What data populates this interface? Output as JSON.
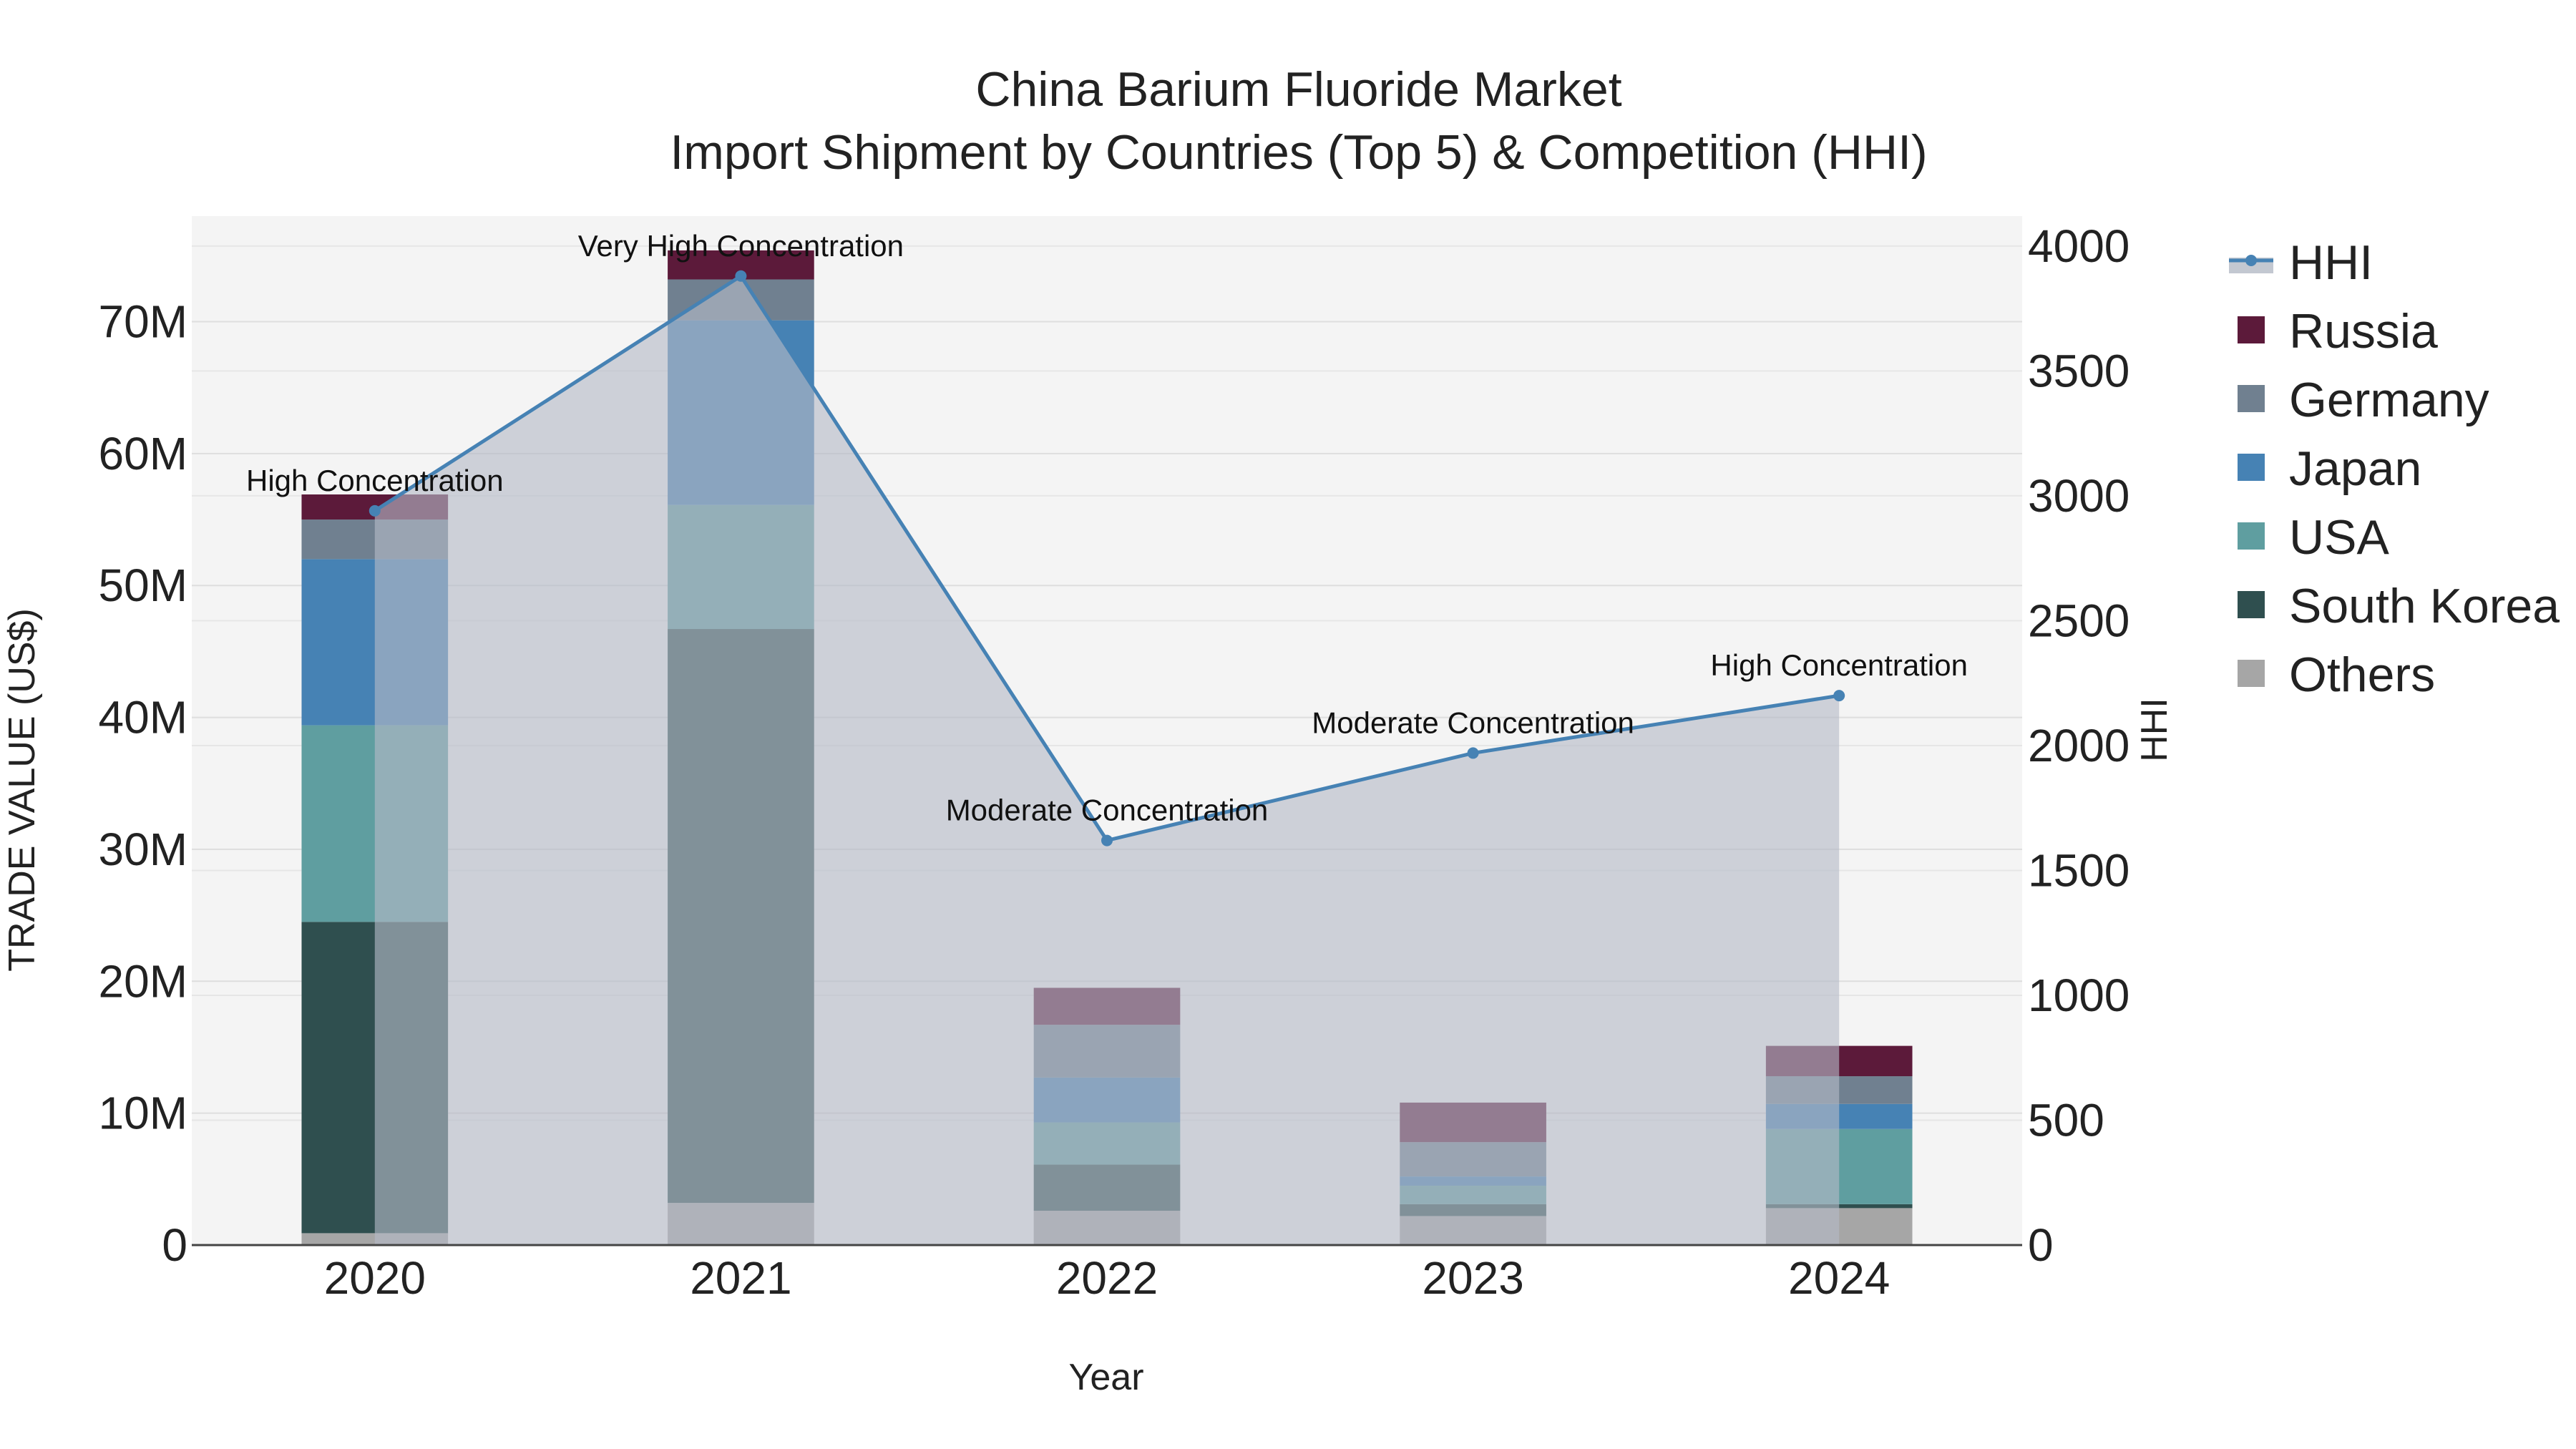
{
  "chart_data": {
    "type": "bar",
    "title": "China Barium Fluoride Market",
    "subtitle": "Import Shipment by Countries (Top 5) & Competition (HHI)",
    "xlabel": "Year",
    "ylabel": "TRADE VALUE (US$)",
    "y2label": "HHI",
    "categories": [
      "2020",
      "2021",
      "2022",
      "2023",
      "2024"
    ],
    "ylim": [
      0,
      78000000
    ],
    "y2lim": [
      0,
      4120
    ],
    "yticks": [
      0,
      10000000,
      20000000,
      30000000,
      40000000,
      50000000,
      60000000,
      70000000
    ],
    "ytick_labels": [
      "0",
      "10M",
      "20M",
      "30M",
      "40M",
      "50M",
      "60M",
      "70M"
    ],
    "y2ticks": [
      0,
      500,
      1000,
      1500,
      2000,
      2500,
      3000,
      3500,
      4000
    ],
    "y2tick_labels": [
      "0",
      "500",
      "1000",
      "1500",
      "2000",
      "2500",
      "3000",
      "3500",
      "4000"
    ],
    "grid": true,
    "legend_position": "right",
    "series": [
      {
        "name": "Others",
        "color": "#a6a6a6",
        "values": [
          900000,
          3200000,
          2600000,
          2200000,
          2800000
        ]
      },
      {
        "name": "South Korea",
        "color": "#2f4f4f",
        "values": [
          23600000,
          43500000,
          3500000,
          900000,
          300000
        ]
      },
      {
        "name": "USA",
        "color": "#5f9ea0",
        "values": [
          14900000,
          9400000,
          3200000,
          1400000,
          5700000
        ]
      },
      {
        "name": "Japan",
        "color": "#4682b4",
        "values": [
          12600000,
          14000000,
          3400000,
          700000,
          1900000
        ]
      },
      {
        "name": "Germany",
        "color": "#708090",
        "values": [
          3000000,
          3100000,
          4000000,
          2600000,
          2100000
        ]
      },
      {
        "name": "Russia",
        "color": "#5c1a3a",
        "values": [
          1900000,
          2200000,
          2800000,
          3000000,
          2300000
        ]
      }
    ],
    "hhi": {
      "name": "HHI",
      "color": "#4682b4",
      "values": [
        2940,
        3880,
        1620,
        1970,
        2200
      ],
      "labels": [
        "High Concentration",
        "Very High Concentration",
        "Moderate Concentration",
        "Moderate Concentration",
        "High Concentration"
      ]
    }
  }
}
